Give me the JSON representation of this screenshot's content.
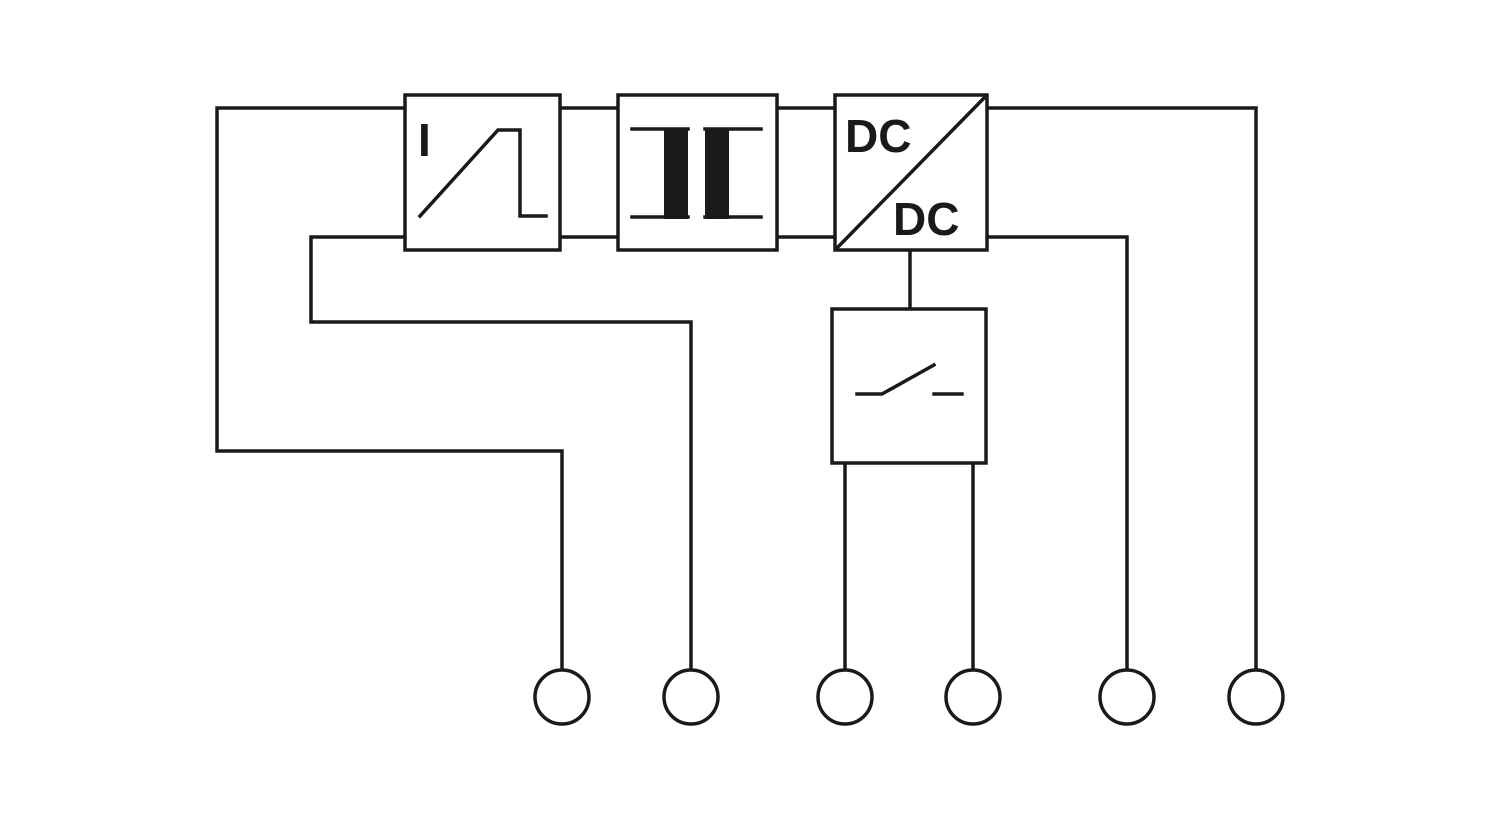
{
  "blocks": {
    "current_limiter": {
      "label": "I",
      "icon": "current-limiter-curve-icon"
    },
    "isolation": {
      "icon": "galvanic-isolation-icon"
    },
    "dc_converter": {
      "label_in": "DC",
      "label_out": "DC",
      "icon": "dc-dc-converter-icon"
    },
    "relay": {
      "icon": "relay-switch-icon"
    }
  },
  "colors": {
    "stroke": "#1a1a1a",
    "background": "#ffffff"
  }
}
